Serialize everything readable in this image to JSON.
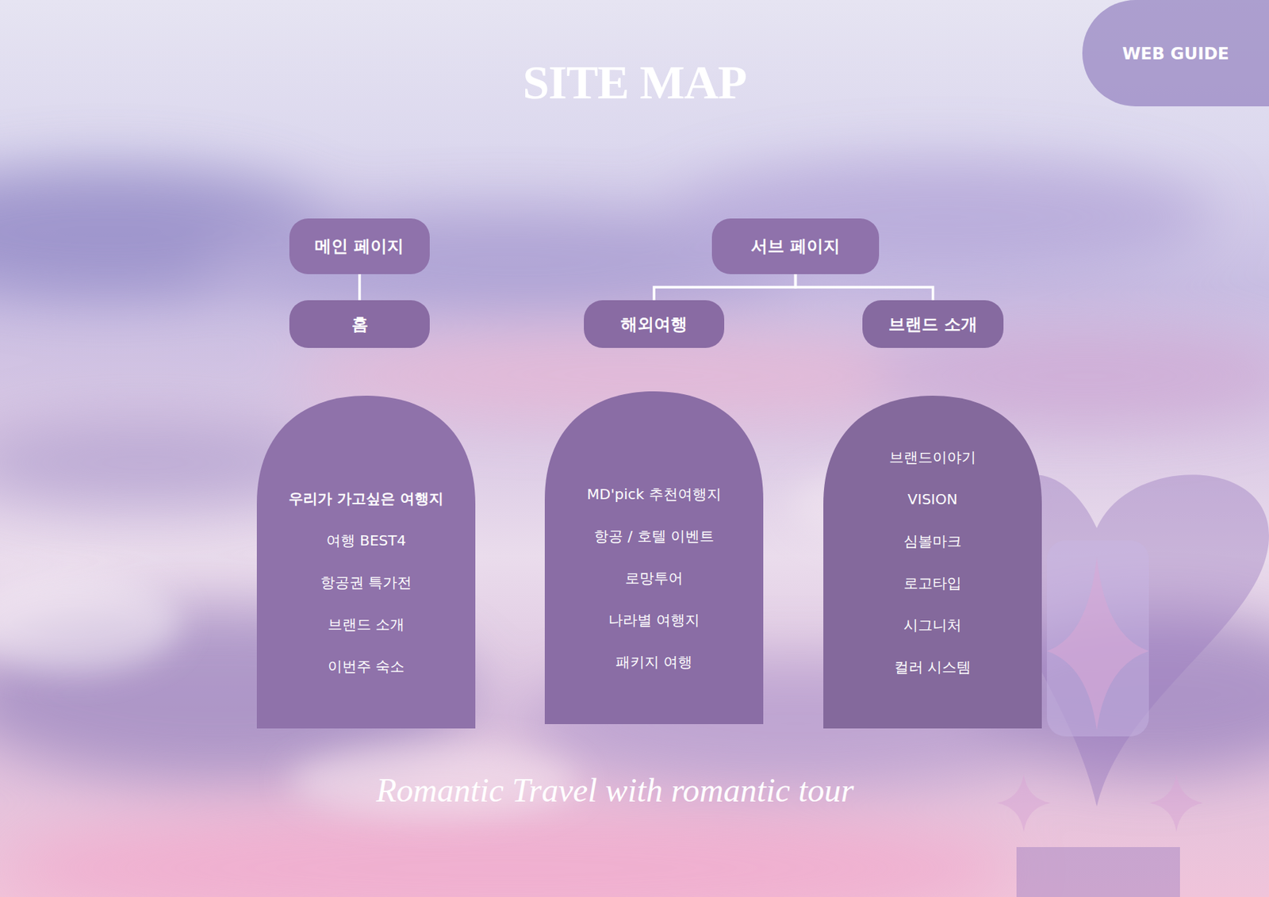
{
  "diagram": {
    "title": "SITE MAP",
    "caption": "Romantic Travel with romantic tour",
    "nodes": [
      {
        "text": [
          "WEB GUIDE"
        ]
      },
      {
        "text": [
          "메인 페이지"
        ]
      },
      {
        "text": [
          "서브 페이지"
        ]
      },
      {
        "text": [
          "홈"
        ]
      },
      {
        "text": [
          "해외여행"
        ]
      },
      {
        "text": [
          "브랜드 소개"
        ]
      },
      {
        "text": [
          "우리가 가고싶은 여행지",
          "여행 BEST4",
          "항공권 특가전",
          "브랜드 소개",
          "이번주 숙소"
        ]
      },
      {
        "text": [
          "MD'pick 추천여행지",
          "항공 / 호텔 이벤트",
          "로망투어",
          "나라별 여행지",
          "패키지 여행"
        ]
      },
      {
        "text": [
          "브랜드이야기",
          "VISION",
          "심볼마크",
          "로고타입",
          "시그니처",
          "컬러 시스템"
        ]
      }
    ],
    "edges": [
      {
        "from": 1,
        "to": 3,
        "arrow": "none"
      },
      {
        "from": 2,
        "to": 4,
        "arrow": "none"
      },
      {
        "from": 2,
        "to": 5,
        "arrow": "none"
      }
    ]
  }
}
